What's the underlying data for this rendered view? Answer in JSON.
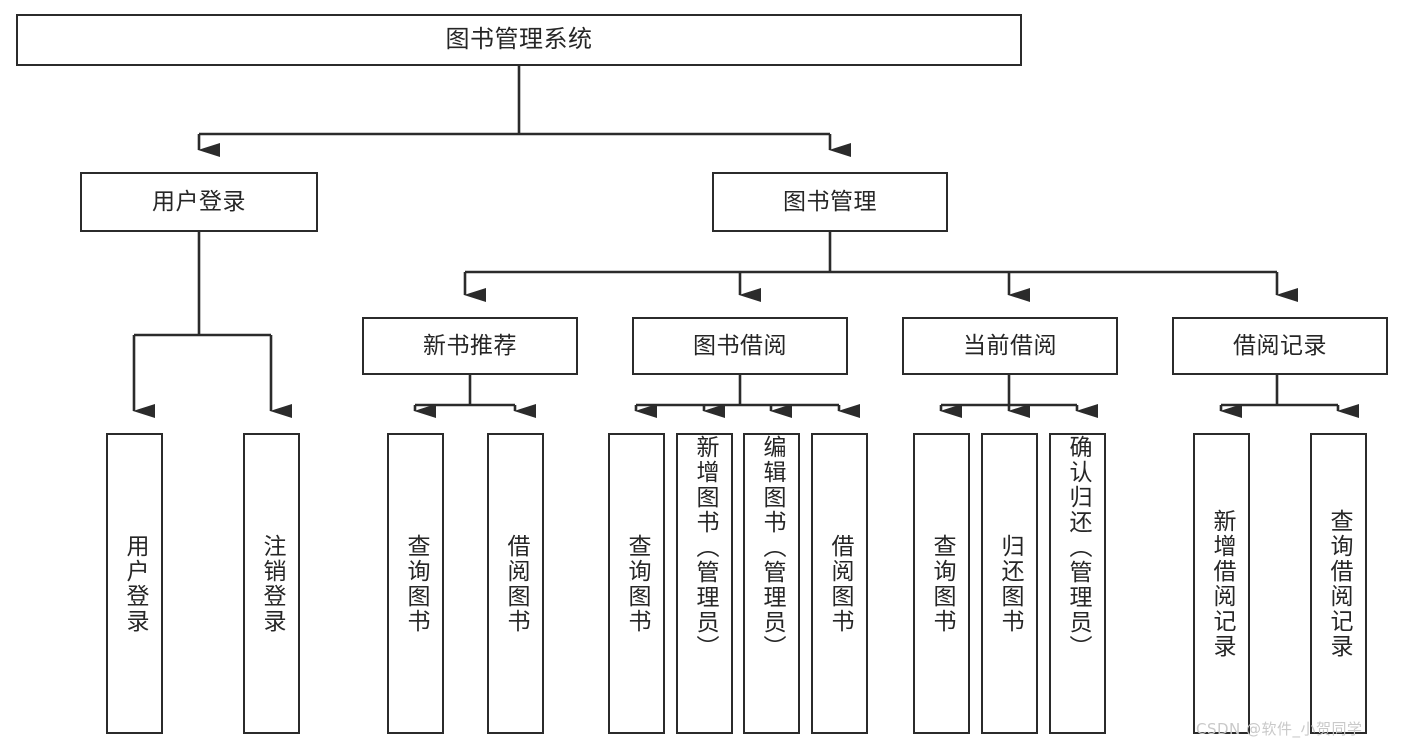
{
  "diagram": {
    "title": "图书管理系统",
    "type": "functional-structure-tree",
    "watermark": "CSDN @软件_小贺同学",
    "colors": {
      "line": "#2b2b2b",
      "box_fill": "#ffffff",
      "text": "#262626",
      "watermark": "#c9c9c9"
    },
    "nodes": {
      "root": "图书管理系统",
      "level2": [
        "用户登录",
        "图书管理"
      ],
      "level3": [
        "新书推荐",
        "图书借阅",
        "当前借阅",
        "借阅记录"
      ],
      "leaves": {
        "user_login": [
          "用户登录",
          "注销登录"
        ],
        "new_book_rec": [
          "查询图书",
          "借阅图书"
        ],
        "book_borrow": [
          "查询图书",
          "新增图书（管理员）",
          "编辑图书（管理员）",
          "借阅图书"
        ],
        "current_borrow": [
          "查询图书",
          "归还图书",
          "确认归还（管理员）"
        ],
        "borrow_record": [
          "新增借阅记录",
          "查询借阅记录"
        ]
      }
    }
  }
}
